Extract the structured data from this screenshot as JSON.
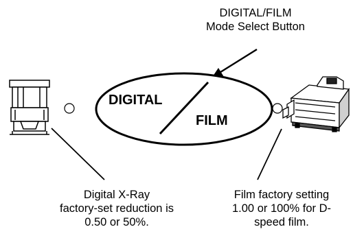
{
  "diagram": {
    "button_label": {
      "top": "DIGITAL/FILM",
      "bottom": "Mode Select Button"
    },
    "mode_button": {
      "digital_text": "DIGITAL",
      "film_text": "FILM"
    },
    "digital_note": {
      "line1": "Digital X-Ray",
      "line2": "factory-set reduction is",
      "line3": "0.50 or 50%."
    },
    "film_note": {
      "line1": "Film factory setting",
      "line2": "1.00 or 100% for D-",
      "line3": "speed film."
    },
    "devices": {
      "left": "digital-xray-device-icon",
      "right": "film-processor-icon"
    },
    "indicators": {
      "left": "indicator-light-icon",
      "right": "indicator-light-icon"
    }
  }
}
